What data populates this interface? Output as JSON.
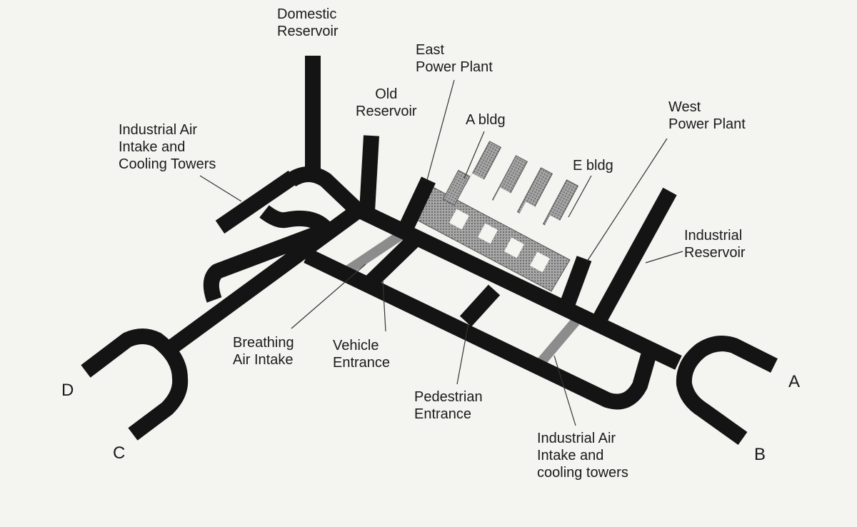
{
  "colors": {
    "background": "#f4f4f1",
    "tunnel": "#141414",
    "building_hatch": "#9a9a9a",
    "intake_shaft": "#8c8c8c",
    "leader_line": "#333333"
  },
  "labels": {
    "domestic_reservoir": [
      "Domestic",
      "Reservoir"
    ],
    "east_power_plant": [
      "East",
      "Power Plant"
    ],
    "old_reservoir": [
      "Old",
      "Reservoir"
    ],
    "a_bldg": "A bldg",
    "west_power_plant": [
      "West",
      "Power Plant"
    ],
    "industrial_air_intake_left": [
      "Industrial Air",
      "Intake and",
      "Cooling Towers"
    ],
    "e_bldg": "E bldg",
    "industrial_reservoir": [
      "Industrial",
      "Reservoir"
    ],
    "breathing_air_intake": [
      "Breathing",
      "Air Intake"
    ],
    "vehicle_entrance": [
      "Vehicle",
      "Entrance"
    ],
    "pedestrian_entrance": [
      "Pedestrian",
      "Entrance"
    ],
    "industrial_air_intake_right": [
      "Industrial Air",
      "Intake and",
      "cooling towers"
    ]
  },
  "endpoints": {
    "a": "A",
    "b": "B",
    "c": "C",
    "d": "D"
  }
}
